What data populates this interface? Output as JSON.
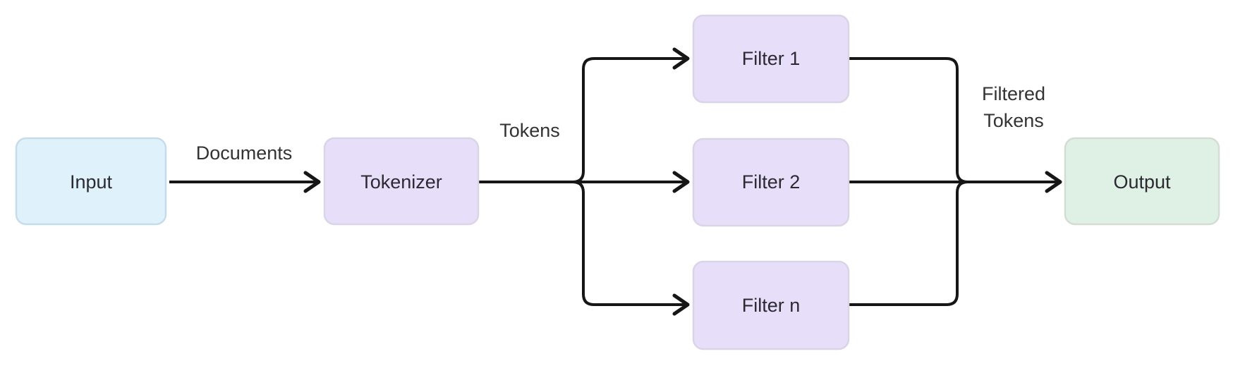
{
  "diagram": {
    "type": "flowchart",
    "background": "#ffffff",
    "line_color": "#161616",
    "node_text_color": "#2b2a33",
    "edge_label_color": "#333333",
    "nodes": {
      "input": {
        "label": "Input",
        "fill": "#dff2fb",
        "stroke": "#c6dce8"
      },
      "tokenizer": {
        "label": "Tokenizer",
        "fill": "#e7dffa",
        "stroke": "#d9d4e6"
      },
      "filter1": {
        "label": "Filter 1",
        "fill": "#e7dffa",
        "stroke": "#d9d4e6"
      },
      "filter2": {
        "label": "Filter 2",
        "fill": "#e7dffa",
        "stroke": "#d9d4e6"
      },
      "filtern": {
        "label": "Filter n",
        "fill": "#e7dffa",
        "stroke": "#d9d4e6"
      },
      "output": {
        "label": "Output",
        "fill": "#dff0e4",
        "stroke": "#d3ddd5"
      }
    },
    "edge_labels": {
      "documents": {
        "label": "Documents"
      },
      "tokens": {
        "label": "Tokens"
      },
      "filtered_tokens": {
        "label": "Filtered Tokens",
        "lines": [
          "Filtered",
          "Tokens"
        ]
      }
    }
  }
}
